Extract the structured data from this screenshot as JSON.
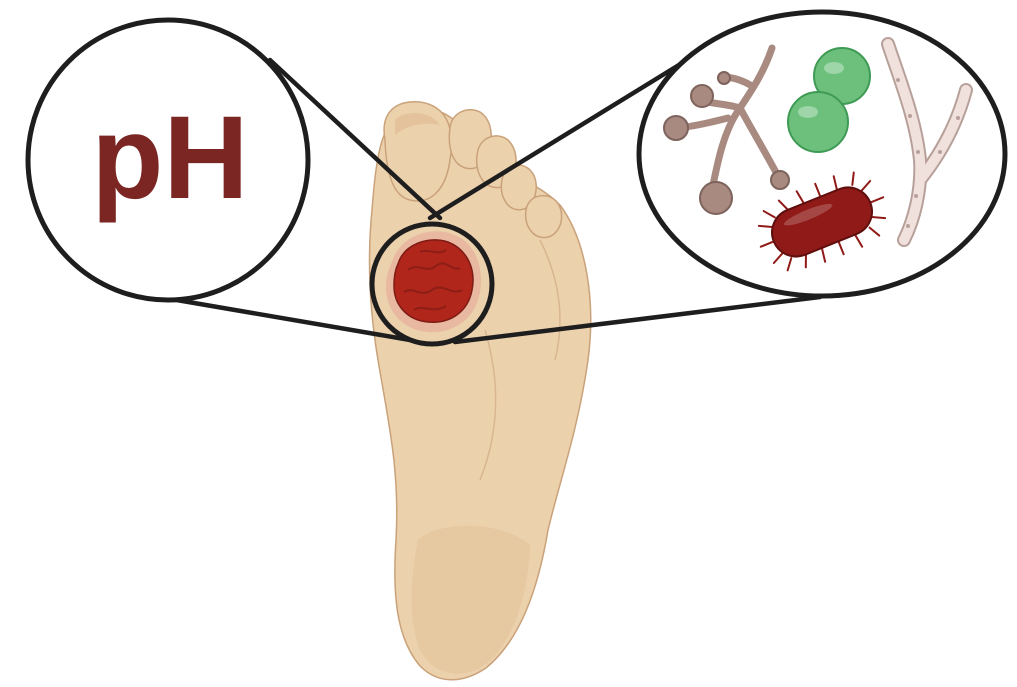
{
  "label": {
    "text": "pH",
    "color": "#7b2623"
  },
  "colors": {
    "skin": "#ecd1ad",
    "skin_shadow": "#dcb68c",
    "skin_outline": "#c9a27a",
    "wound": "#b0261b",
    "wound_dark": "#7e1b14",
    "wound_rim": "#e8b9a0",
    "outline": "#1e1e1e",
    "fungus": "#a88a80",
    "fungus_dark": "#7d635c",
    "cocci": "#6cc07c",
    "cocci_dark": "#3f9a55",
    "bacillus": "#8f1a17",
    "bacillus_dark": "#5e0f0d",
    "hyphae": "#f0e1dc",
    "hyphae_dark": "#b8a09a"
  },
  "elements": {
    "foot": "foot-sole-icon",
    "wound": "diabetic-foot-ulcer-icon",
    "left_callout": "ph-callout",
    "right_callout": "microbes-callout",
    "microbes": [
      "fungus-sporangia-icon",
      "diplococcus-icon",
      "fungal-hyphae-icon",
      "bacillus-icon"
    ]
  }
}
